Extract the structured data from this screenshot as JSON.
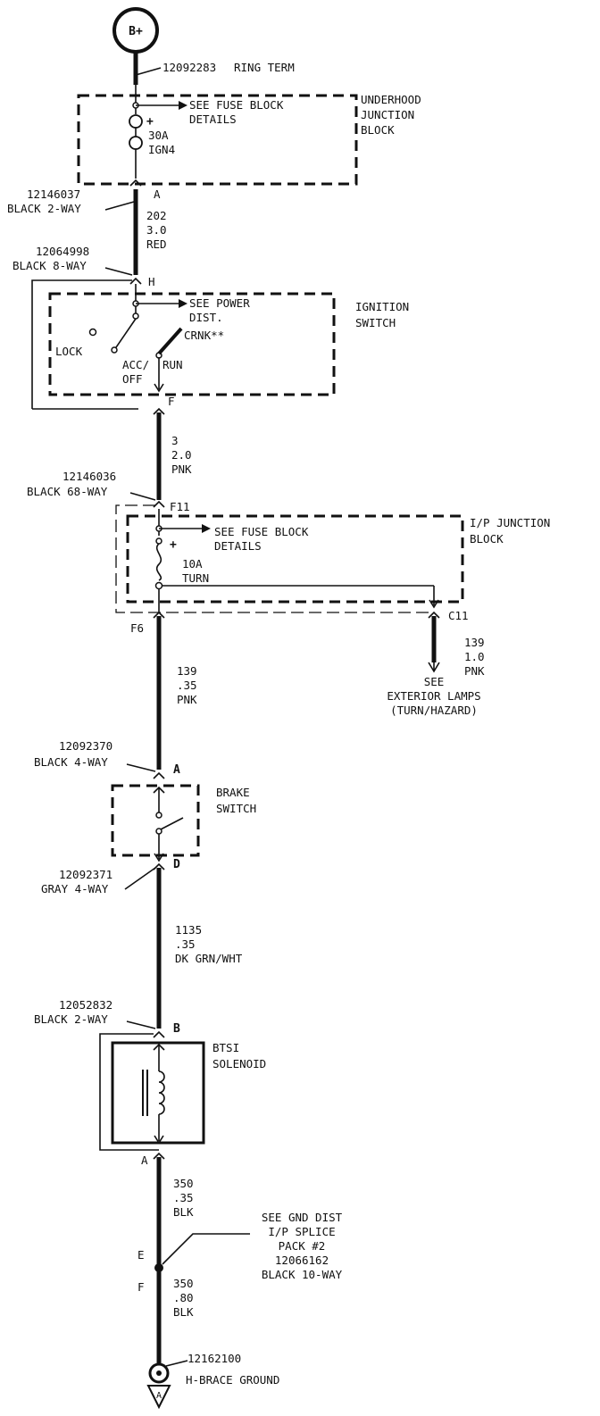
{
  "battery": {
    "label": "B+"
  },
  "ring_term": {
    "part": "12092283",
    "label": "RING TERM"
  },
  "underhood_block": {
    "name_lines": [
      "UNDERHOOD",
      "JUNCTION",
      "BLOCK"
    ],
    "see_lines": [
      "SEE FUSE BLOCK",
      "DETAILS"
    ],
    "fuse_amps": "30A",
    "fuse_name": "IGN4",
    "plus": "+"
  },
  "conn_1": {
    "part": "12146037",
    "desc": "BLACK 2-WAY",
    "pin": "A"
  },
  "wire_1": {
    "circuit": "202",
    "gauge": "3.0",
    "color": "RED"
  },
  "conn_2": {
    "part": "12064998",
    "desc": "BLACK 8-WAY",
    "pin": "H"
  },
  "ignition_switch": {
    "name_lines": [
      "IGNITION",
      "SWITCH"
    ],
    "see_lines": [
      "SEE POWER",
      "DIST."
    ],
    "lock": "LOCK",
    "acc_off_lines": [
      "ACC/",
      "OFF"
    ],
    "run": "RUN",
    "crank": "CRNK**",
    "pin_out": "F"
  },
  "wire_2": {
    "circuit": "3",
    "gauge": "2.0",
    "color": "PNK"
  },
  "conn_3": {
    "part": "12146036",
    "desc": "BLACK 68-WAY",
    "pin": "F11"
  },
  "ip_block": {
    "name_lines": [
      "I/P JUNCTION",
      "BLOCK"
    ],
    "see_lines": [
      "SEE FUSE BLOCK",
      "DETAILS"
    ],
    "plus": "+",
    "fuse_amps": "10A",
    "fuse_name": "TURN",
    "pin_left": "F6",
    "pin_right": "C11"
  },
  "wire_3": {
    "circuit": "139",
    "gauge": ".35",
    "color": "PNK"
  },
  "wire_branch": {
    "circuit": "139",
    "gauge": "1.0",
    "color": "PNK"
  },
  "see_exterior": {
    "lines": [
      "SEE",
      "EXTERIOR LAMPS",
      "(TURN/HAZARD)"
    ]
  },
  "conn_4": {
    "part": "12092370",
    "desc": "BLACK 4-WAY",
    "pin": "A"
  },
  "brake_switch": {
    "name_lines": [
      "BRAKE",
      "SWITCH"
    ]
  },
  "conn_5": {
    "part": "12092371",
    "desc": "GRAY 4-WAY",
    "pin": "D"
  },
  "wire_4": {
    "circuit": "1135",
    "gauge": ".35",
    "color": "DK GRN/WHT"
  },
  "conn_6": {
    "part": "12052832",
    "desc": "BLACK 2-WAY",
    "pin": "B"
  },
  "btsi": {
    "name_lines": [
      "BTSI",
      "SOLENOID"
    ],
    "pin_out": "A"
  },
  "wire_5": {
    "circuit": "350",
    "gauge": ".35",
    "color": "BLK"
  },
  "splice": {
    "lines": [
      "SEE GND DIST",
      "I/P SPLICE",
      "PACK #2",
      "12066162",
      "BLACK 10-WAY"
    ],
    "pin_in": "E",
    "pin_out": "F"
  },
  "wire_6": {
    "circuit": "350",
    "gauge": ".80",
    "color": "BLK"
  },
  "ground": {
    "part": "12162100",
    "label": "H-BRACE GROUND",
    "symbol": "A"
  }
}
